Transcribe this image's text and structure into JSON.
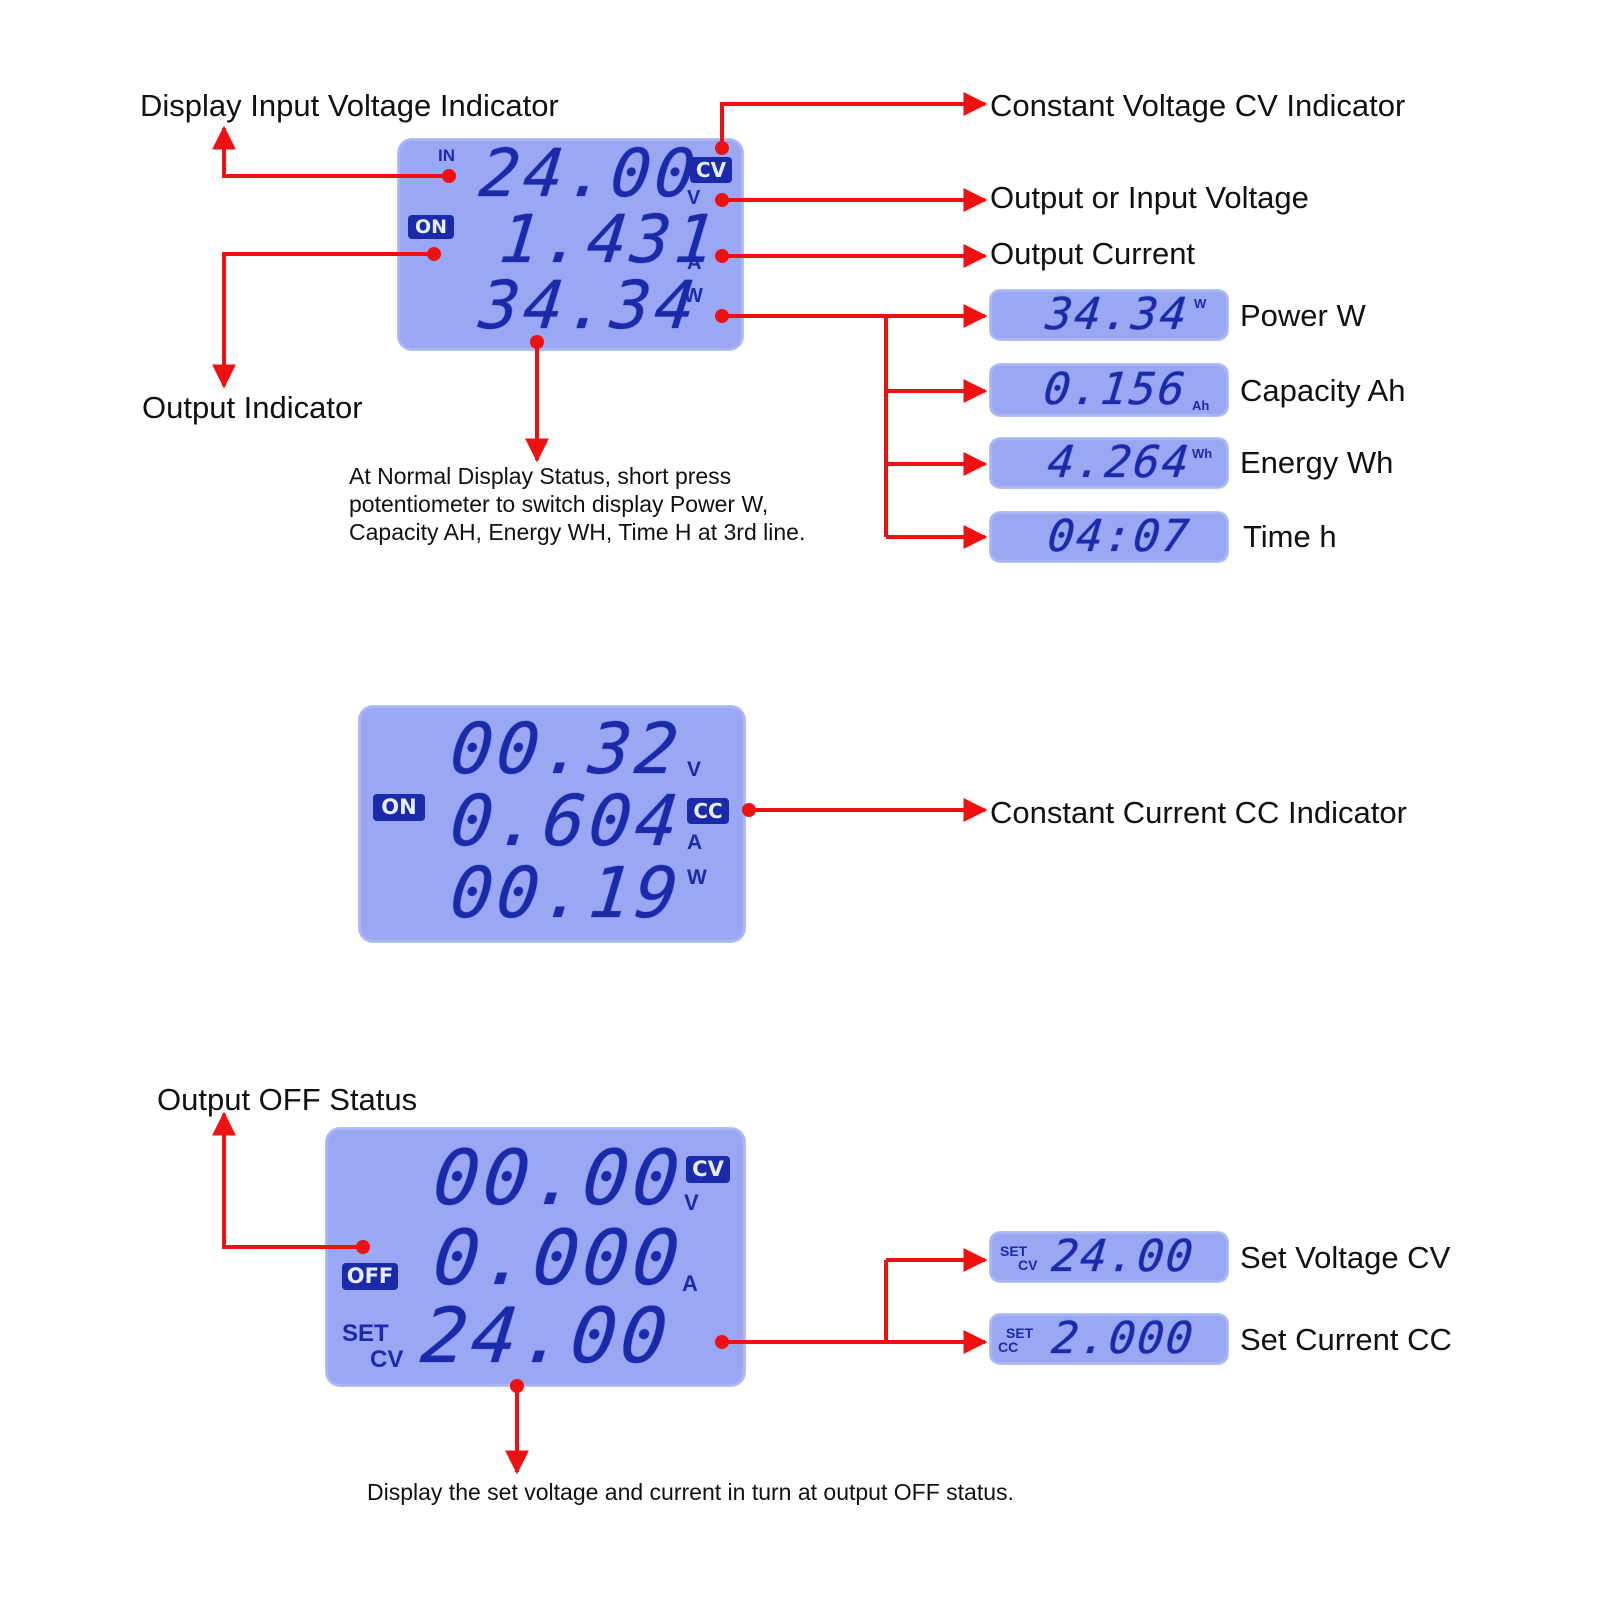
{
  "colors": {
    "lcd_bg": "#9aa7f2",
    "segment": "#1b2aa8",
    "arrow": "#ee1111"
  },
  "panel1": {
    "in_tag": "IN",
    "cv_badge": "CV",
    "on_badge": "ON",
    "line1": "24.00",
    "line1_unit": "V",
    "line2": "1.431",
    "line2_unit": "A",
    "line3": "34.34",
    "line3_unit": "W"
  },
  "labels": {
    "display_input_voltage": "Display Input Voltage Indicator",
    "constant_voltage": "Constant Voltage CV Indicator",
    "output_or_input_voltage": "Output or Input Voltage",
    "output_current": "Output Current",
    "output_indicator": "Output Indicator",
    "power": "Power W",
    "capacity": "Capacity Ah",
    "energy": "Energy Wh",
    "time": "Time h",
    "constant_current": "Constant Current CC Indicator",
    "output_off_status": "Output OFF Status",
    "set_voltage": "Set Voltage CV",
    "set_current": "Set Current CC"
  },
  "note1": [
    "At Normal Display Status, short press",
    "potentiometer to switch display Power W,",
    "Capacity AH, Energy WH, Time H at 3rd line."
  ],
  "mini": {
    "power": {
      "value": "34.34",
      "unit": "W"
    },
    "capacity": {
      "value": "0.156",
      "unit": "Ah"
    },
    "energy": {
      "value": "4.264",
      "unit": "Wh"
    },
    "time": {
      "value": "04:07"
    }
  },
  "panel2": {
    "on_badge": "ON",
    "cc_badge": "CC",
    "line1": "00.32",
    "line1_unit": "V",
    "line2": "0.604",
    "line2_unit": "A",
    "line3": "00.19",
    "line3_unit": "W"
  },
  "panel3": {
    "cv_badge": "CV",
    "off_badge": "OFF",
    "line1": "00.00",
    "line1_unit": "V",
    "line2": "0.000",
    "line2_unit": "A",
    "line3": "24.00",
    "set_tag": "SET",
    "cv_tag": "CV"
  },
  "mini_set": {
    "voltage": {
      "set": "SET",
      "mode": "CV",
      "value": "24.00"
    },
    "current": {
      "set": "SET",
      "mode": "CC",
      "value": "2.000"
    }
  },
  "note2": "Display the set voltage and current in turn at output OFF status."
}
